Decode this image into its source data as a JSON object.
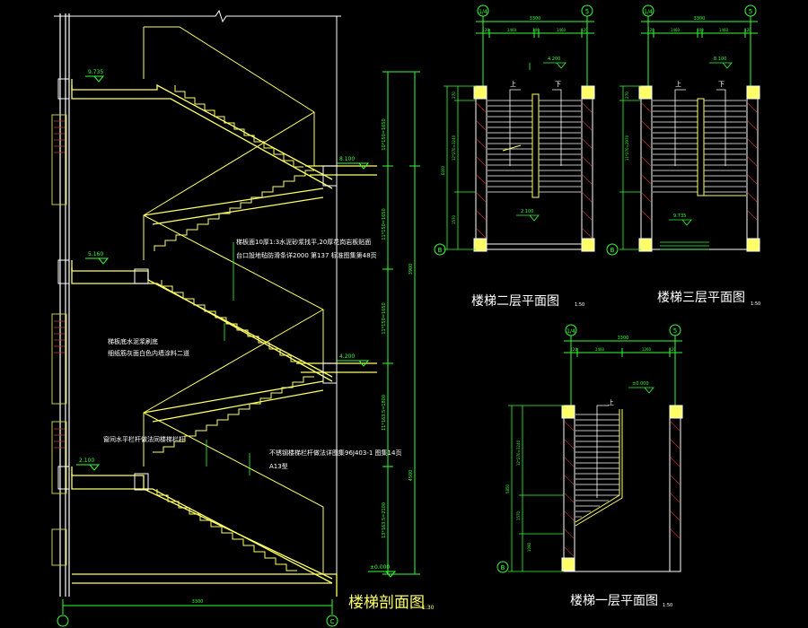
{
  "colors": {
    "background": "#000000",
    "stair_line": "#ffff66",
    "wall_line": "#ffffff",
    "dimension_line": "#33ff33",
    "leader_line": "#33ff33",
    "hatch": "#cccc33"
  },
  "section": {
    "title": "楼梯剖面图",
    "scale": "1:30",
    "axis_bottom_left": "",
    "axis_bottom_right": "C",
    "bottom_dim": "3300",
    "right_total_dim": "3900",
    "right_dims": [
      "10*150=1650",
      "11*150=1650",
      "11*150=1650",
      "11*163.5=1800",
      "13*163.5=2100",
      "4500"
    ],
    "levels": [
      "9.735",
      "8.100",
      "5.160",
      "4.200",
      "2.100",
      "±0.000"
    ],
    "notes": [
      "梯板面10厚1:3水泥砂浆找平,20厚花岗岩板贴面",
      "台口設地毡防滑条详2000 第137 标准图集第48页",
      "梯板底水泥浆刷底",
      "细纸筋灰面白色内墙涂料二道",
      "窗间水平栏杆做法同楼梯栏杆",
      "不锈钢楼梯栏杆做法详图集96J403-1 图集14页",
      "A13型"
    ]
  },
  "plan2": {
    "title": "楼梯二层平面图",
    "scale": "1:50",
    "axis_top_left": "1/4",
    "axis_top_right": "5",
    "axis_bottom": "B",
    "top_total": "3300",
    "top_dims": [
      "120",
      "1460",
      "100",
      "1460",
      "120"
    ],
    "level_top": "4.200",
    "level_bottom": "2.100",
    "up_label": "上",
    "down_label": "下",
    "left_dims": [
      "270",
      "12*270=3240",
      "1570"
    ],
    "left_total": "6000"
  },
  "plan3": {
    "title": "楼梯三层平面图",
    "scale": "1:50",
    "axis_top_left": "1/4",
    "axis_top_right": "5",
    "axis_bottom": "B",
    "top_total": "3300",
    "top_dims": [
      "120",
      "1460",
      "100",
      "1460",
      "120"
    ],
    "level_top": "8.100",
    "level_bottom": "9.735",
    "up_label": "上",
    "down_label": "下",
    "left_dims": [
      "270",
      "11*270=2970"
    ]
  },
  "plan1": {
    "title": "楼梯一层平面图",
    "scale": "1:50",
    "axis_top_left": "1/4",
    "axis_top_right": "5",
    "axis_bottom": "B",
    "top_total": "3300",
    "top_dims": [
      "120",
      "1460",
      "1260",
      "120"
    ],
    "level": "±0.000",
    "up_label": "上",
    "left_dims": [
      "12*270=3240",
      "1570",
      "1090"
    ],
    "left_total": "5850"
  }
}
